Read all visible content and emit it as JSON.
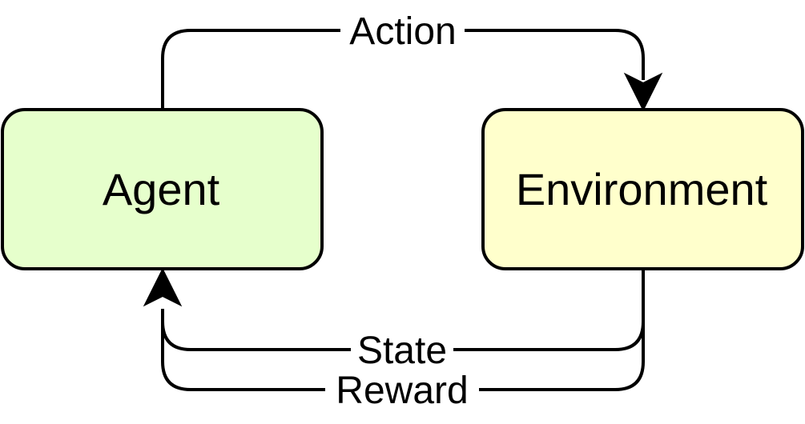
{
  "diagram": {
    "nodes": {
      "agent": {
        "label": "Agent",
        "fill": "#e6ffcc"
      },
      "environment": {
        "label": "Environment",
        "fill": "#ffffcc"
      }
    },
    "edges": {
      "action": {
        "label": "Action",
        "from": "agent",
        "to": "environment"
      },
      "state": {
        "label": "State",
        "from": "environment",
        "to": "agent"
      },
      "reward": {
        "label": "Reward",
        "from": "environment",
        "to": "agent"
      }
    },
    "colors": {
      "stroke": "#000000",
      "text": "#000000",
      "background": "#ffffff"
    }
  }
}
